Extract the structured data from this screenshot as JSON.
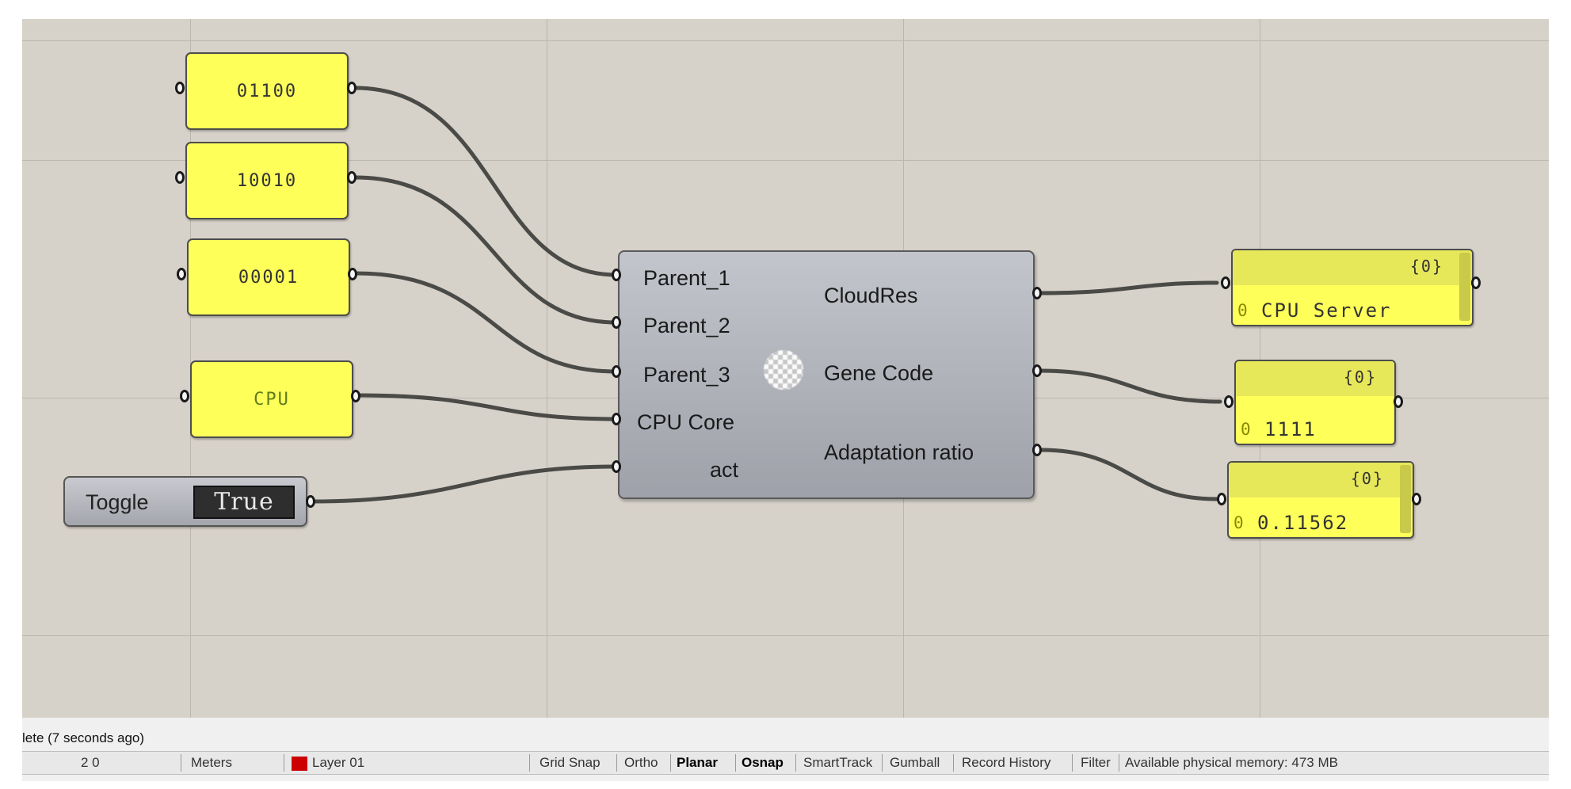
{
  "inputs": {
    "panel1": "01100",
    "panel2": "10010",
    "panel3": "00001",
    "panel4": "CPU",
    "toggle_label": "Toggle",
    "toggle_value": "True"
  },
  "component": {
    "inputs": [
      "Parent_1",
      "Parent_2",
      "Parent_3",
      "CPU Core",
      "act"
    ],
    "outputs": [
      "CloudRes",
      "Gene Code",
      "Adaptation ratio"
    ],
    "icon": "checker-icon"
  },
  "outputs": [
    {
      "path": "{0}",
      "index": "0",
      "value": "CPU Server"
    },
    {
      "path": "{0}",
      "index": "0",
      "value": "1111"
    },
    {
      "path": "{0}",
      "index": "0",
      "value": "0.11562"
    }
  ],
  "status": {
    "message": "lete (7 seconds ago)",
    "coord": "2 0",
    "units": "Meters",
    "layer": "Layer 01",
    "layer_color": "#cc0000",
    "grid_snap": "Grid Snap",
    "ortho": "Ortho",
    "planar": "Planar",
    "osnap": "Osnap",
    "smarttrack": "SmartTrack",
    "gumball": "Gumball",
    "record_history": "Record History",
    "filter": "Filter",
    "memory": "Available physical memory: 473 MB"
  }
}
